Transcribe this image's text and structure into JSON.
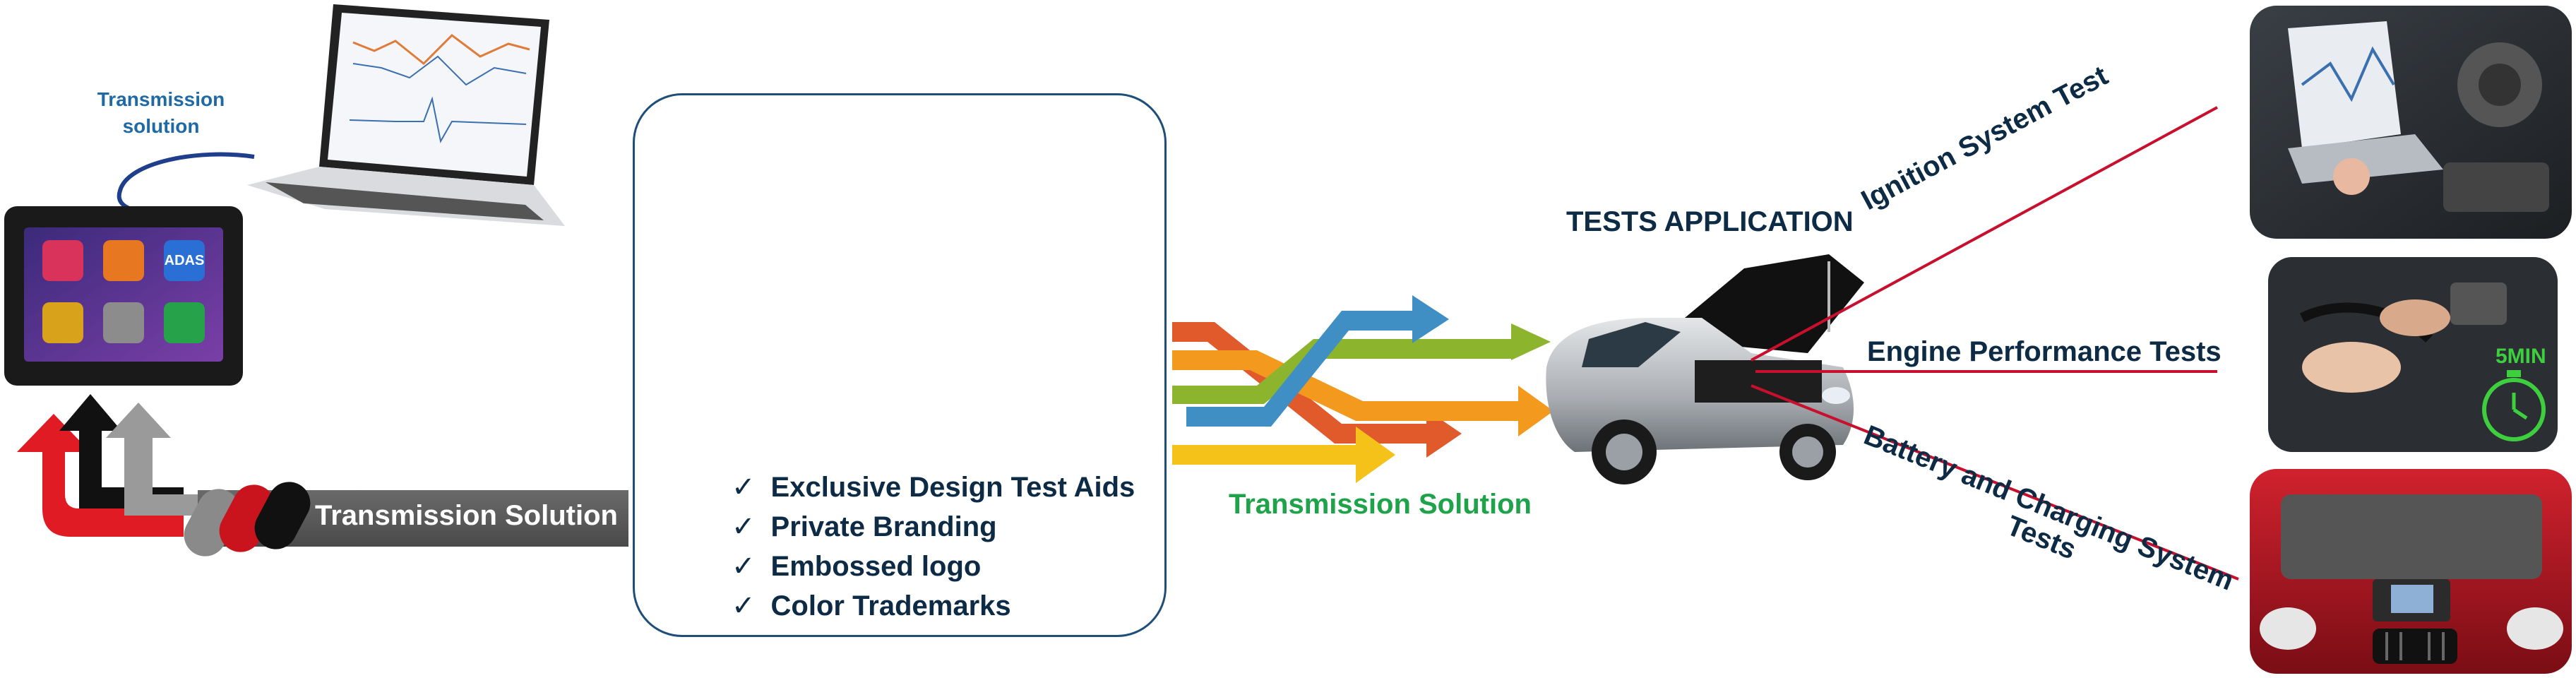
{
  "left": {
    "laptop_label": "Transmission\nsolution",
    "tablet_icons": [
      {
        "name": "car-icon",
        "color": "#d9335b"
      },
      {
        "name": "service-icon",
        "color": "#e87722"
      },
      {
        "name": "adas-icon",
        "color": "#2a6fd6",
        "text": "ADAS"
      },
      {
        "name": "folder-icon",
        "color": "#d9a21b"
      },
      {
        "name": "settings-icon",
        "color": "#8c8c8c"
      },
      {
        "name": "download-icon",
        "color": "#25a24a"
      }
    ],
    "bar_label": "Transmission Solution"
  },
  "center": {
    "checks": [
      "Exclusive Design Test Aids",
      "Private Branding",
      "Embossed logo",
      "Color Trademarks"
    ],
    "check_glyph": "✓"
  },
  "flow": {
    "label": "Transmission Solution",
    "label_color": "#1fa34a",
    "arrow_colors": [
      "#e05a2b",
      "#f39a1e",
      "#8db42d",
      "#3f8fc5",
      "#f5c21a"
    ]
  },
  "right": {
    "tests_title": "TESTS APPLICATION",
    "tests": [
      "Ignition System Test",
      "Engine Performance Tests",
      "Battery and Charging System",
      "Tests"
    ],
    "line_color": "#c8102e",
    "timer_text": "5MIN"
  }
}
